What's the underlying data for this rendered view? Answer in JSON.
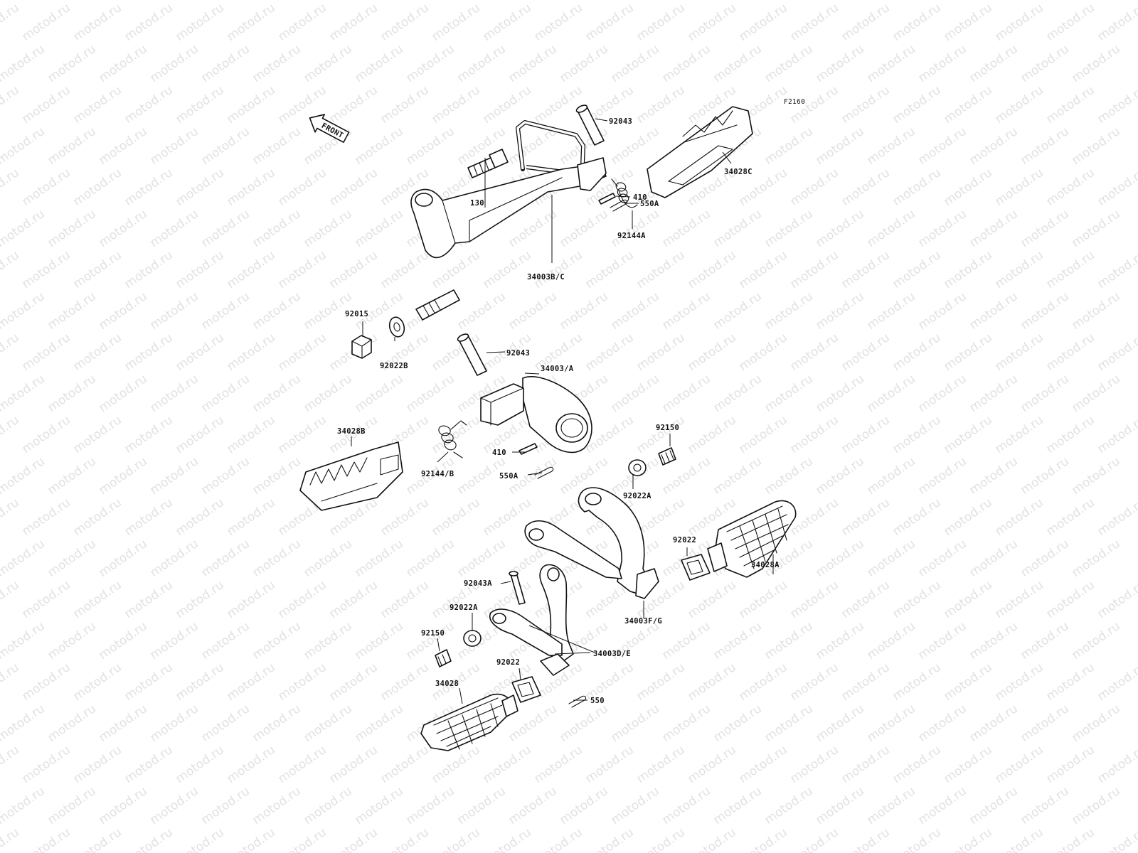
{
  "diagram": {
    "code": "F2160",
    "front_arrow_label": "FRONT",
    "watermark_text": "motod.ru",
    "labels": {
      "p92043_top": "92043",
      "p34028C": "34028C",
      "p130": "130",
      "p92144A": "92144A",
      "p410_top": "410",
      "p550A_top": "550A",
      "p34003BC": "34003B/C",
      "p92015": "92015",
      "p92022B": "92022B",
      "p92043_mid": "92043",
      "p34003A": "34003/A",
      "p34028B": "34028B",
      "p92150_right": "92150",
      "p410_mid": "410",
      "p92144B": "92144/B",
      "p550A_mid": "550A",
      "p92022A_right": "92022A",
      "p92022_right": "92022",
      "p34028A": "34028A",
      "p92043A": "92043A",
      "p34003FG": "34003F/G",
      "p92022A_left": "92022A",
      "p92150_left": "92150",
      "p34003DE": "34003D/E",
      "p92022_left": "92022",
      "p34028": "34028",
      "p550": "550"
    }
  }
}
